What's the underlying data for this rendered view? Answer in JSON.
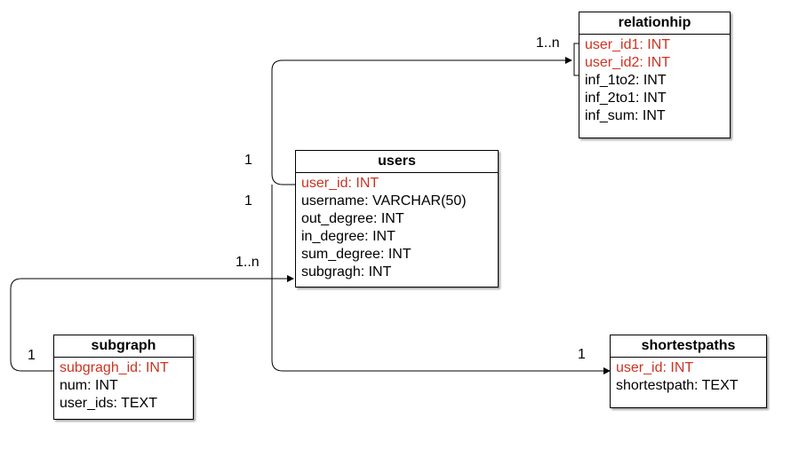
{
  "colors": {
    "key_field": "#cc3322",
    "text": "#000000",
    "border": "#000000"
  },
  "entities": {
    "relationhip": {
      "title": "relationhip",
      "fields": [
        {
          "text": "user_id1: INT",
          "key": true
        },
        {
          "text": "user_id2: INT",
          "key": true
        },
        {
          "text": "inf_1to2: INT",
          "key": false
        },
        {
          "text": "inf_2to1: INT",
          "key": false
        },
        {
          "text": "inf_sum: INT",
          "key": false
        }
      ]
    },
    "users": {
      "title": "users",
      "fields": [
        {
          "text": "user_id: INT",
          "key": true
        },
        {
          "text": "username: VARCHAR(50)",
          "key": false
        },
        {
          "text": "out_degree: INT",
          "key": false
        },
        {
          "text": "in_degree: INT",
          "key": false
        },
        {
          "text": "sum_degree: INT",
          "key": false
        },
        {
          "text": "subgragh: INT",
          "key": false
        }
      ]
    },
    "subgraph": {
      "title": "subgraph",
      "fields": [
        {
          "text": "subgragh_id: INT",
          "key": true
        },
        {
          "text": "num: INT",
          "key": false
        },
        {
          "text": "user_ids: TEXT",
          "key": false
        }
      ]
    },
    "shortestpaths": {
      "title": "shortestpaths",
      "fields": [
        {
          "text": "user_id: INT",
          "key": true
        },
        {
          "text": "shortestpath: TEXT",
          "key": false
        }
      ]
    }
  },
  "cardinality_labels": {
    "users_relationhip_target": "1..n",
    "users_relationhip_source": "1",
    "users_shortestpaths_source": "1",
    "subgraph_users_target": "1..n",
    "subgraph_users_source": "1",
    "users_shortestpaths_target": "1"
  }
}
